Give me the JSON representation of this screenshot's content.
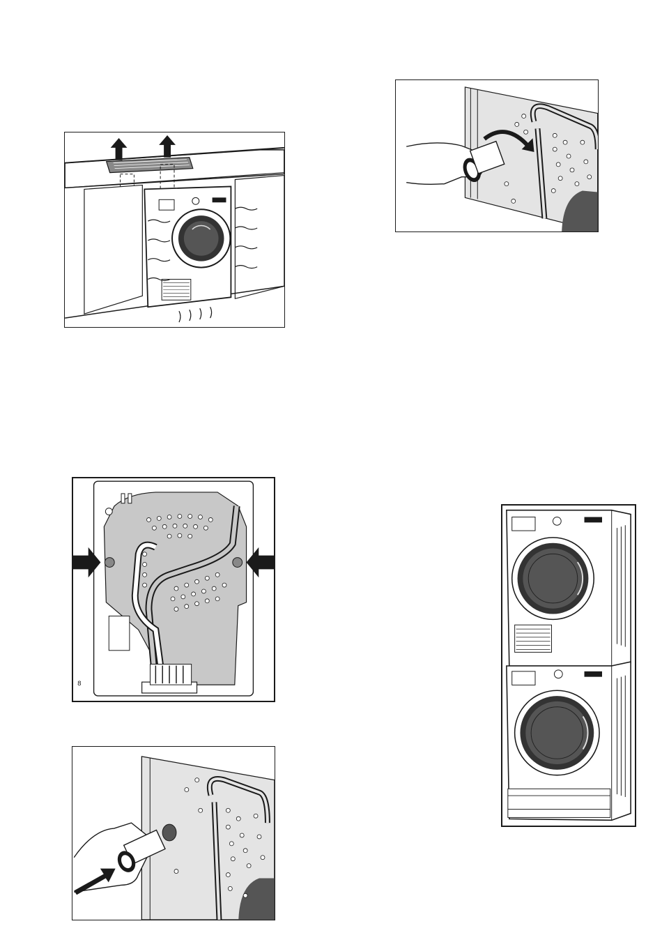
{
  "page": {
    "figures": [
      {
        "id": "ventilation",
        "caption": ""
      },
      {
        "id": "rear-panel",
        "caption": "",
        "corner_mark": "8"
      },
      {
        "id": "insert-plug",
        "caption": ""
      },
      {
        "id": "rotate-plug",
        "caption": ""
      },
      {
        "id": "stacked-units",
        "caption": ""
      }
    ]
  },
  "colors": {
    "line": "#1a1a1a",
    "panel_gray": "#c8c8c8",
    "light_gray": "#e4e4e4",
    "dark_gray": "#555555"
  }
}
